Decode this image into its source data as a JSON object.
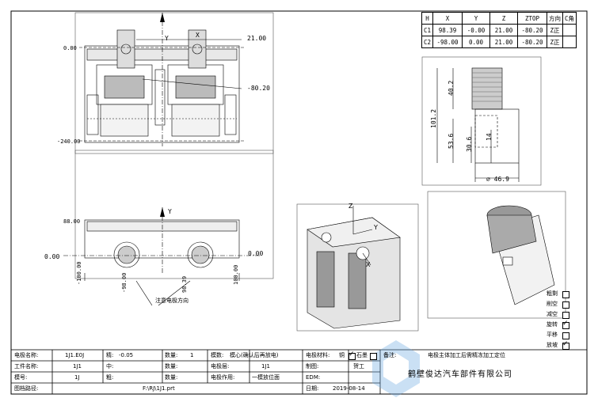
{
  "coord_table": {
    "headers": [
      "H",
      "X",
      "Y",
      "Z",
      "ZTOP",
      "方向",
      "C角"
    ],
    "rows": [
      [
        "C1",
        "98.39",
        "-0.00",
        "21.00",
        "-80.20",
        "Z正",
        ""
      ],
      [
        "C2",
        "-98.00",
        "0.00",
        "21.00",
        "-80.20",
        "Z正",
        ""
      ]
    ]
  },
  "top_view": {
    "y_axis": "Y",
    "x_axis": "X",
    "dim_21": "21.00",
    "dim_neg80": "-80.20",
    "dim_000": "0.00",
    "dim_neg240": "-240.00"
  },
  "front_view": {
    "y_axis": "Y",
    "dim_88": "88.00",
    "dim_000_left": "0.00",
    "dim_000_right": "0.00",
    "dim_neg100": "-100.00",
    "dim_100": "100.00",
    "dim_neg98": "-98.00",
    "dim_9839": "98.39",
    "note": "注意电极方向"
  },
  "iso_view": {
    "z": "Z",
    "y": "Y",
    "x": "X"
  },
  "electrode": {
    "dim_40_2": "40.2",
    "dim_101_2": "101.2",
    "dim_53_6": "53.6",
    "dim_30_6": "30.6",
    "dim_14": "14",
    "dim_dia": "⌀ 46.9"
  },
  "side_checks": [
    {
      "label": "粗剩",
      "checked": false
    },
    {
      "label": "削空",
      "checked": false
    },
    {
      "label": "减空",
      "checked": false
    },
    {
      "label": "旋转",
      "checked": true
    },
    {
      "label": "平移",
      "checked": false
    },
    {
      "label": "放坡",
      "checked": true
    }
  ],
  "title_block": {
    "r1": {
      "l1": "电极名称:",
      "v1": "1J1.E0J",
      "l2": "精:",
      "v2": "-0.05",
      "l3": "数量:",
      "v3": "1",
      "l4": "模数:",
      "v4": "模心(确认后再放电)",
      "l5": "电极材料:",
      "m1": "铜",
      "m2": "石墨",
      "l6": "备注:",
      "v6": "电极主体加工后需精冻加工定位"
    },
    "r2": {
      "l1": "工件名称:",
      "v1": "1J1",
      "l2": "中:",
      "v2": "",
      "l3": "数量:",
      "v3": "",
      "l4": "电极层:",
      "v4": "1J1",
      "l5": "制图:",
      "v5": "贺工"
    },
    "r3": {
      "l1": "模号:",
      "v1": "1J",
      "l2": "粗:",
      "v2": "",
      "l3": "数量:",
      "v3": "",
      "l4": "电极作用:",
      "v4": "一模放位面",
      "l5": "EDM:",
      "v5": ""
    },
    "r4": {
      "l1": "图档路径:",
      "v1": "F:\\RJ\\1J1.prt",
      "l5": "日期:",
      "v5": "2019-08-14"
    }
  },
  "company": "鹤壁俊达汽车部件有限公司"
}
